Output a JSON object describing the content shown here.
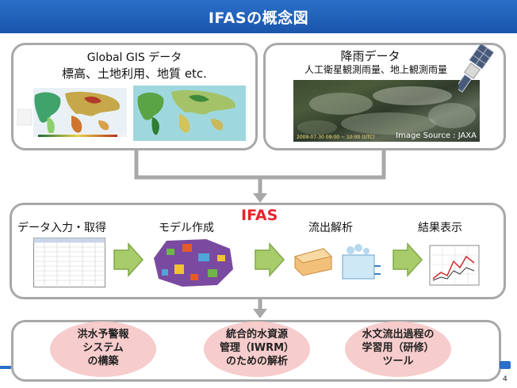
{
  "title": "IFASの概念図",
  "global_gis": {
    "line1": "Global GIS データ",
    "line2": "標高、土地利用、地質 etc."
  },
  "rain_data": {
    "title": "降雨データ",
    "subtitle": "人工衛星観測雨量、地上観測雨量",
    "image_source": "Image Source : JAXA",
    "timestamp": "2009-07-30 09:00 ~ 10:00 (UTC)"
  },
  "ifas_label": "IFAS",
  "steps": [
    {
      "label": "データ入力・取得"
    },
    {
      "label": "モデル作成"
    },
    {
      "label": "流出解析"
    },
    {
      "label": "結果表示"
    }
  ],
  "applications": [
    {
      "line1": "洪水予警報",
      "line2": "システム",
      "line3": "の構築"
    },
    {
      "line1": "統合的水資源",
      "line2": "管理（IWRM）",
      "line3": "のための解析"
    },
    {
      "line1": "水文流出過程の",
      "line2": "学習用（研修）",
      "line3": "ツール"
    }
  ],
  "page_number": "4",
  "colors": {
    "title_bar": "#1b55ab",
    "box_border": "#a8a8a8",
    "ifas_red": "#e8232c",
    "pill_pink": "#f7cccc",
    "arrow_green": "#a9cc6a"
  }
}
